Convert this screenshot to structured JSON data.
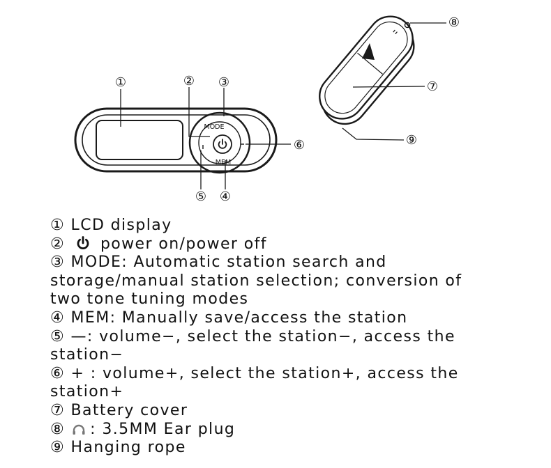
{
  "diagram": {
    "callouts": [
      "①",
      "②",
      "③",
      "④",
      "⑤",
      "⑥",
      "⑦",
      "⑧",
      "⑨"
    ],
    "button_labels": {
      "mode": "MODE",
      "mem": "MEM"
    },
    "icons": {
      "power": "power-icon",
      "headphone": "headphone-icon"
    }
  },
  "legend": {
    "item1": {
      "num": "①",
      "text": "LCD display"
    },
    "item2": {
      "num": "②",
      "text": "power on/power off"
    },
    "item3": {
      "num": "③",
      "line1": "MODE: Automatic station search and",
      "line2": "storage/manual station selection; conversion of",
      "line3": "two tone tuning modes"
    },
    "item4": {
      "num": "④",
      "text": "MEM: Manually save/access the station"
    },
    "item5": {
      "num": "⑤",
      "line1": "—: volume−, select the station−, access the",
      "line2": "station−"
    },
    "item6": {
      "num": "⑥",
      "line1": "+ : volume+, select the station+, access the",
      "line2": "station+"
    },
    "item7": {
      "num": "⑦",
      "text": "Battery cover"
    },
    "item8": {
      "num": "⑧",
      "text": ": 3.5MM Ear plug"
    },
    "item9": {
      "num": "⑨",
      "text": "Hanging rope"
    }
  }
}
